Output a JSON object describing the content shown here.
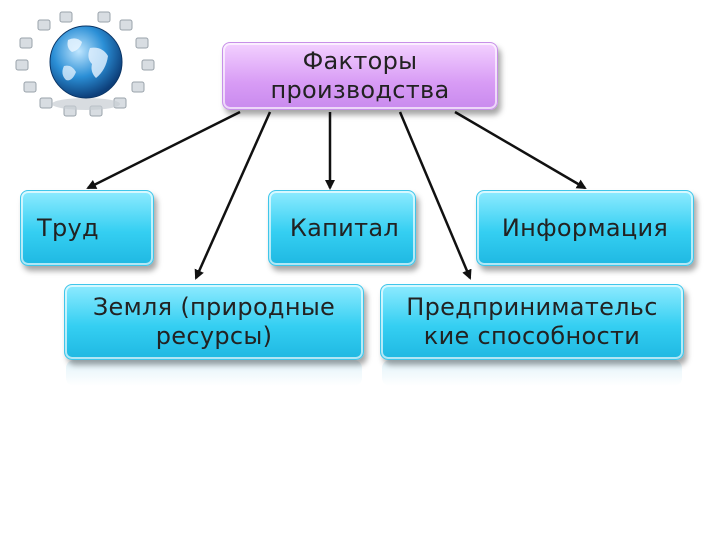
{
  "title": "Факторы производства",
  "nodes": {
    "labor": "Труд",
    "capital": "Капитал",
    "information": "Информация",
    "land": "Земля (природные ресурсы)",
    "entrepreneurship": "Предпринимательс кие способности"
  },
  "icons": {
    "logo": "globe-with-chairs-icon"
  },
  "colors": {
    "title_box": "#d89cf5",
    "node_box": "#35cff2",
    "arrow": "#111111"
  }
}
